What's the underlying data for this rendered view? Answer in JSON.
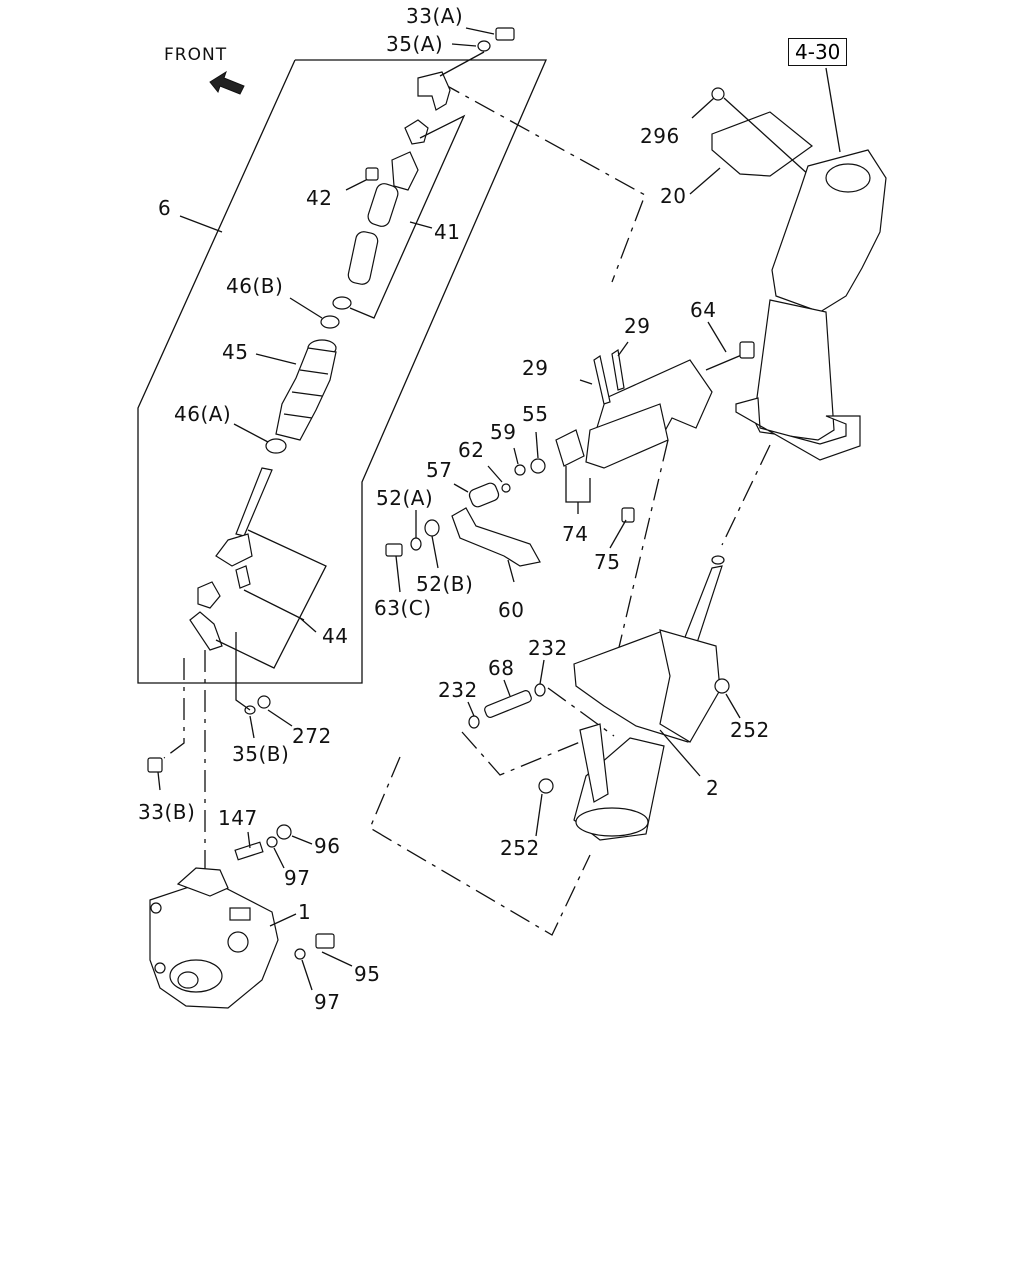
{
  "reference": "4-30",
  "front_label": "FRONT",
  "labels": {
    "p33a": "33(A)",
    "p35a": "35(A)",
    "p6": "6",
    "p42": "42",
    "p41": "41",
    "p46b": "46(B)",
    "p45": "45",
    "p46a": "46(A)",
    "p44": "44",
    "p35b": "35(B)",
    "p272": "272",
    "p33b": "33(B)",
    "p147": "147",
    "p96": "96",
    "p97a": "97",
    "p1": "1",
    "p95": "95",
    "p97b": "97",
    "p296": "296",
    "p20": "20",
    "p64": "64",
    "p29a": "29",
    "p29b": "29",
    "p55": "55",
    "p59": "59",
    "p62": "62",
    "p57": "57",
    "p52a": "52(A)",
    "p52b": "52(B)",
    "p63c": "63(C)",
    "p60": "60",
    "p74": "74",
    "p75": "75",
    "p232a": "232",
    "p68": "68",
    "p232b": "232",
    "p252a": "252",
    "p2": "2",
    "p252b": "252"
  }
}
